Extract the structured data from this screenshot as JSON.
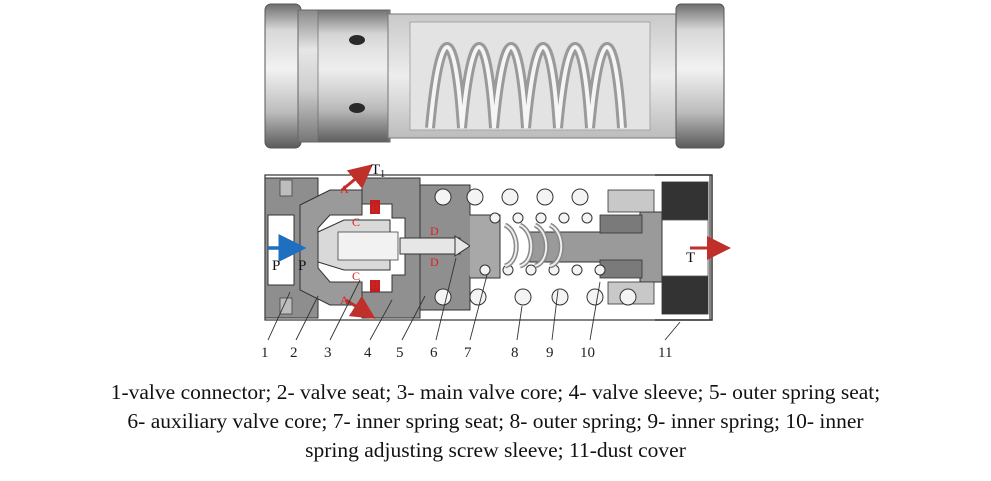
{
  "caption": {
    "line1": "1-valve connector; 2- valve seat; 3- main valve core; 4- valve sleeve; 5- outer spring seat;",
    "line2": "6- auxiliary valve core; 7- inner spring seat; 8- outer spring; 9- inner spring; 10- inner",
    "line3": "spring adjusting screw sleeve; 11-dust cover"
  },
  "parts": [
    {
      "num": "1",
      "name": "valve connector"
    },
    {
      "num": "2",
      "name": "valve seat"
    },
    {
      "num": "3",
      "name": "main valve core"
    },
    {
      "num": "4",
      "name": "valve sleeve"
    },
    {
      "num": "5",
      "name": "outer spring seat"
    },
    {
      "num": "6",
      "name": "auxiliary valve core"
    },
    {
      "num": "7",
      "name": "inner spring seat"
    },
    {
      "num": "8",
      "name": "outer spring"
    },
    {
      "num": "9",
      "name": "inner spring"
    },
    {
      "num": "10",
      "name": "inner spring adjusting screw sleeve"
    },
    {
      "num": "11",
      "name": "dust cover"
    }
  ],
  "ports": {
    "p1": "P",
    "p2": "P",
    "t": "T",
    "t1": "T",
    "t1_sub": "1"
  },
  "marks": {
    "a": "A",
    "b": "B",
    "c": "C",
    "d": "D"
  },
  "colors": {
    "flow_in": "#1f6fc0",
    "flow_out": "#c0302a",
    "mark": "#d22222"
  }
}
